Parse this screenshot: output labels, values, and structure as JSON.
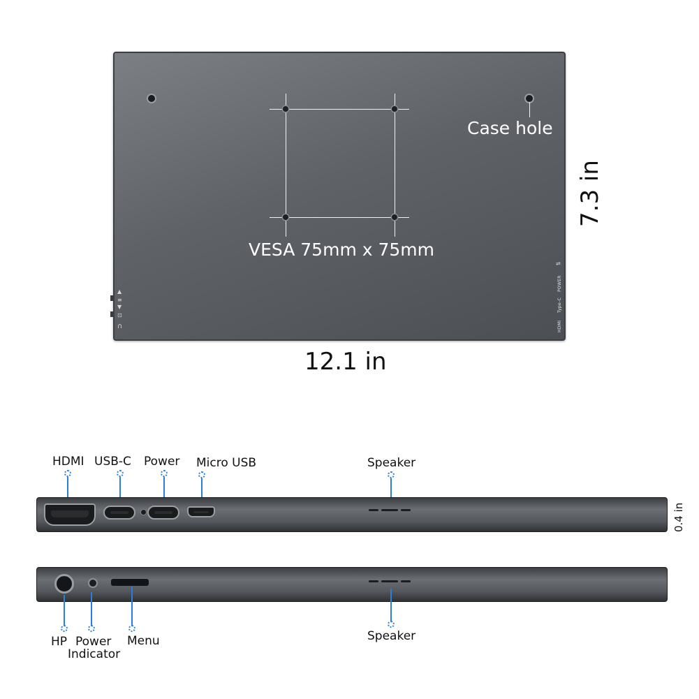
{
  "back_panel": {
    "case_hole_label": "Case hole",
    "vesa_label": "VESA 75mm x 75mm",
    "port_prints": [
      "HDMI",
      "Type-C",
      "POWER"
    ],
    "width_label": "12.1 in",
    "height_label": "7.3 in"
  },
  "top_edge": {
    "thickness_label": "0.4 in",
    "labels": {
      "hdmi": "HDMI",
      "usbc": "USB-C",
      "power": "Power",
      "micro_usb": "Micro USB",
      "speaker": "Speaker"
    }
  },
  "bottom_edge": {
    "labels": {
      "hp": "HP",
      "power_indicator_line1": "Power",
      "power_indicator_line2": "Indicator",
      "menu": "Menu",
      "speaker": "Speaker"
    }
  },
  "colors": {
    "callout": "#2a7fd6",
    "panel": "#5f6267"
  }
}
